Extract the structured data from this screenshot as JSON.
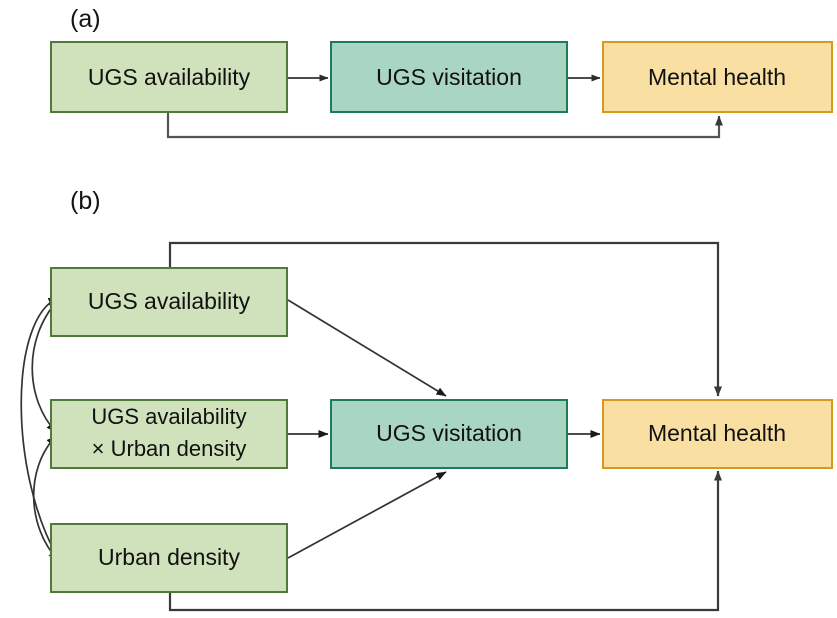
{
  "figure": {
    "title_a": "(a)",
    "title_b": "(b)",
    "colors": {
      "green_fill": "#cfe2bb",
      "green_stroke": "#4f7a3c",
      "teal_fill": "#a9d6c2",
      "teal_stroke": "#1f7a5a",
      "amber_fill": "#fadfa2",
      "amber_stroke": "#d59a1e",
      "arrow": "#2b2b2b",
      "feedback_arrow": "#555555",
      "background": "#ffffff"
    }
  },
  "panel_a": {
    "label": "(a)",
    "nodes": {
      "ugs_availability": "UGS availability",
      "ugs_visitation": "UGS visitation",
      "mental_health": "Mental health"
    },
    "edges": [
      {
        "from": "UGS availability",
        "to": "UGS visitation",
        "type": "direct"
      },
      {
        "from": "UGS visitation",
        "to": "Mental health",
        "type": "direct"
      },
      {
        "from": "UGS availability",
        "to": "Mental health",
        "type": "direct-feedback"
      }
    ]
  },
  "panel_b": {
    "label": "(b)",
    "nodes": {
      "ugs_availability": "UGS availability",
      "interaction_line1": "UGS availability",
      "interaction_line2": "× Urban density",
      "urban_density": "Urban density",
      "ugs_visitation": "UGS visitation",
      "mental_health": "Mental health"
    },
    "edges": [
      {
        "from": "UGS availability",
        "to": "UGS visitation",
        "type": "diagonal"
      },
      {
        "from": "UGS availability × Urban density",
        "to": "UGS visitation",
        "type": "direct"
      },
      {
        "from": "Urban density",
        "to": "UGS visitation",
        "type": "diagonal"
      },
      {
        "from": "UGS visitation",
        "to": "Mental health",
        "type": "direct"
      },
      {
        "from": "UGS availability",
        "to": "Mental health",
        "type": "direct-feedback-top"
      },
      {
        "from": "Urban density",
        "to": "Mental health",
        "type": "direct-feedback-bottom"
      },
      {
        "from": "UGS availability",
        "to": "UGS availability × Urban density",
        "type": "curved-bidirectional"
      },
      {
        "from": "UGS availability",
        "to": "Urban density",
        "type": "curved-bidirectional"
      },
      {
        "from": "UGS availability × Urban density",
        "to": "Urban density",
        "type": "curved-bidirectional"
      }
    ]
  }
}
